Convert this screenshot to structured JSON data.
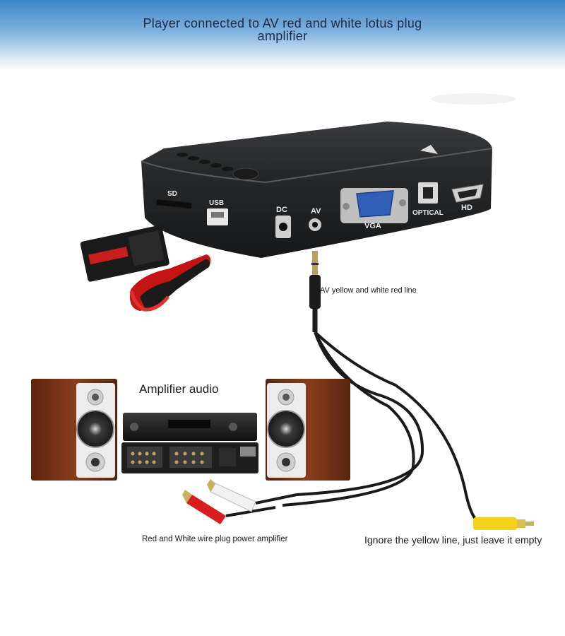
{
  "title": {
    "line1": "Player connected to AV red and white lotus plug",
    "line2": "amplifier"
  },
  "device": {
    "ports": {
      "sd": "SD",
      "usb": "USB",
      "dc": "DC",
      "av": "AV",
      "vga": "VGA",
      "optical": "OPTICAL",
      "hd": "HD"
    }
  },
  "labels": {
    "av_cable": "AV yellow and white red line",
    "amplifier": "Amplifier audio",
    "red_white": "Red and White wire plug power amplifier",
    "ignore_yellow": "Ignore the yellow line, just leave it empty"
  },
  "colors": {
    "header_blue": "#3f87c8",
    "device_body": "#2a2b2d",
    "vga_blue": "#2f5fb8",
    "speaker_wood": "#7a3418",
    "rca_red": "#d81e1e",
    "rca_yellow": "#f2d21a"
  }
}
